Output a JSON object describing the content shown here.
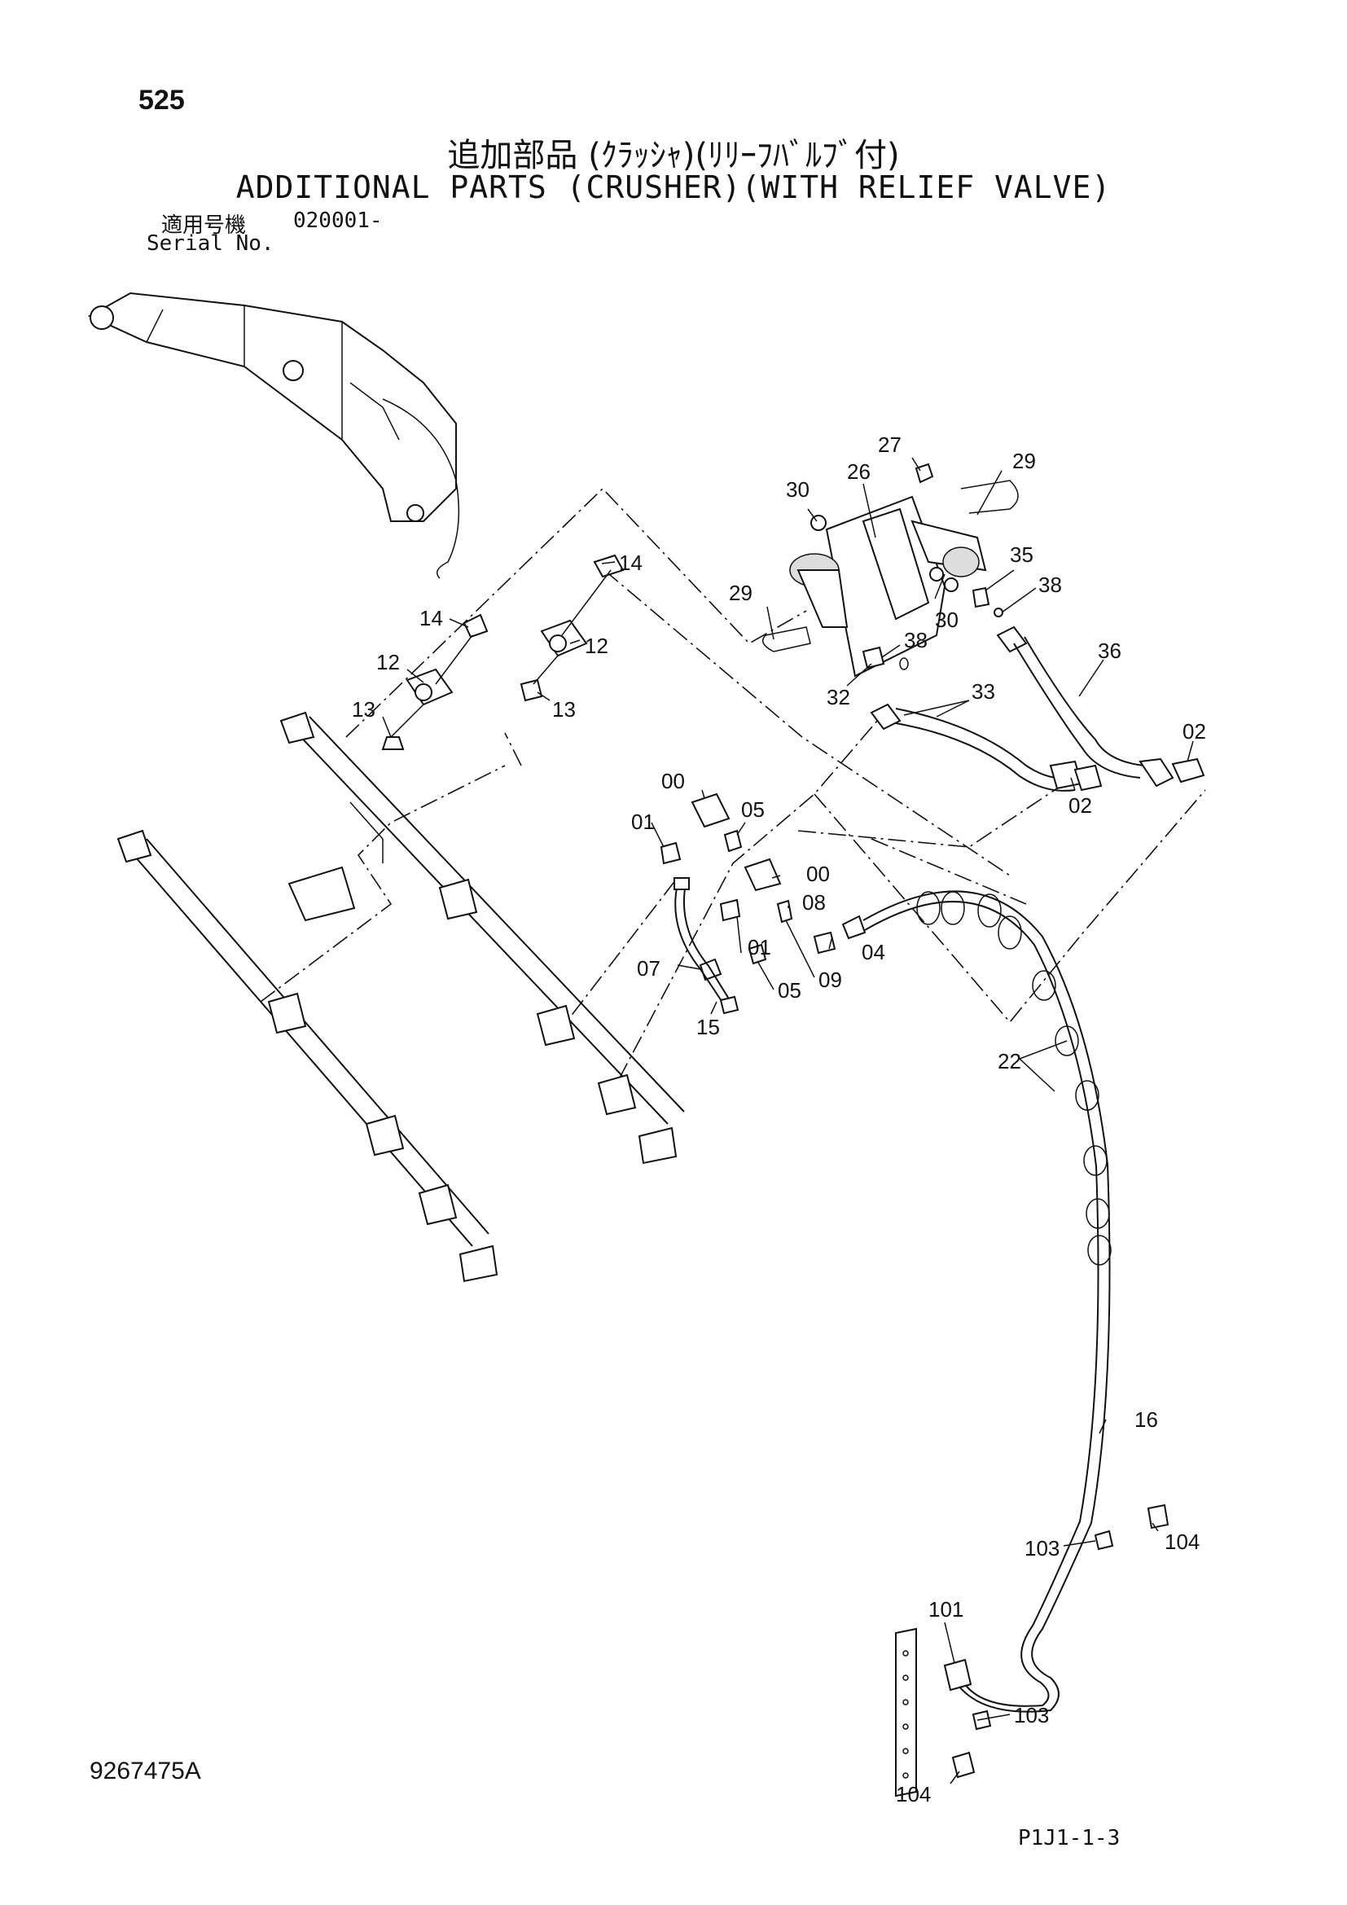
{
  "page_number": "525",
  "title_jp": "追加部品 (ｸﾗｯｼｬ)(ﾘﾘｰﾌﾊﾞﾙﾌﾞ付)",
  "title_en": "ADDITIONAL PARTS (CRUSHER)(WITH RELIEF VALVE)",
  "serial_label_jp": "適用号機",
  "serial_value": "020001-",
  "serial_label_en": "Serial No.",
  "document_number": "9267475A",
  "page_code": "P1J1-1-3",
  "callouts": {
    "c27": "27",
    "c29a": "29",
    "c30a": "30",
    "c26": "26",
    "c35": "35",
    "c38a": "38",
    "c29b": "29",
    "c38b": "38",
    "c30b": "30",
    "c32": "32",
    "c36": "36",
    "c33": "33",
    "c02a": "02",
    "c02b": "02",
    "c14a": "14",
    "c14b": "14",
    "c12a": "12",
    "c12b": "12",
    "c13a": "13",
    "c13b": "13",
    "c00a": "00",
    "c01a": "01",
    "c05a": "05",
    "c00b": "00",
    "c08": "08",
    "c07": "07",
    "c01b": "01",
    "c04": "04",
    "c09": "09",
    "c05b": "05",
    "c15": "15",
    "c22": "22",
    "c16": "16",
    "c103a": "103",
    "c104a": "104",
    "c101": "101",
    "c103b": "103",
    "c104b": "104"
  }
}
